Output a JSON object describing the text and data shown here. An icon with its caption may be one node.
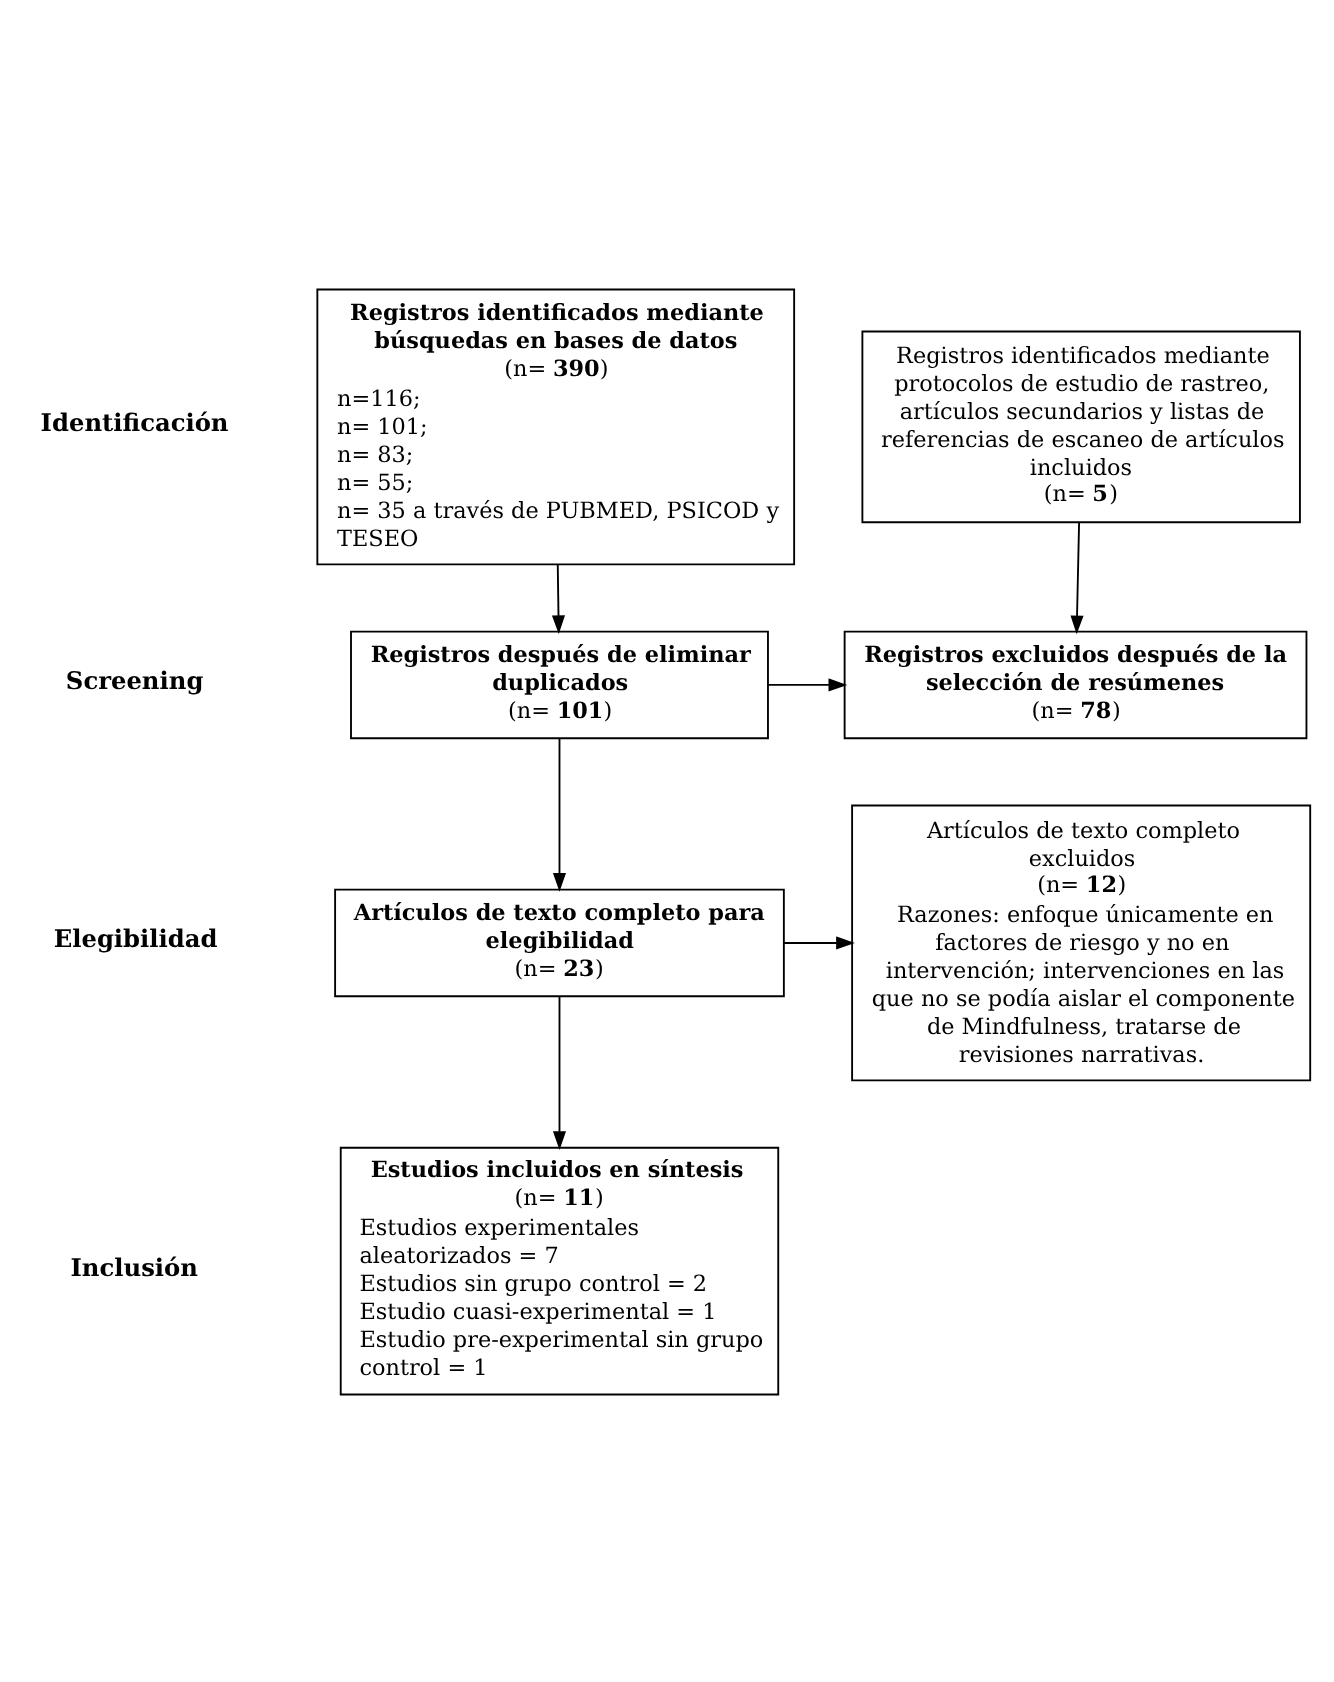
{
  "diagram": {
    "nodes": [
      {
        "text": [
          "Registros identificados mediante búsquedas en bases de datos",
          "(n= **390**)",
          "n=116;",
          "n= 101;",
          "n= 83;",
          "n= 55;",
          "n= 35 a través de PUBMED, PSICOD y TESEO"
        ]
      },
      {
        "text": [
          "Registros identificados mediante protocolos de estudio de rastreo, artículos secundarios y listas de referencias de escaneo de artículos incluidos",
          "(n= **5**)"
        ]
      },
      {
        "text": [
          "Registros después de eliminar duplicados",
          "(n= **101**)"
        ]
      },
      {
        "text": [
          "Registros excluidos después de la selección de resúmenes",
          "(n= **78**)"
        ]
      },
      {
        "text": [
          "Artículos de texto completo para elegibilidad",
          "(n= **23**)"
        ]
      },
      {
        "text": [
          "Artículos de texto completo excluidos",
          "(n= **12**)",
          "Razones: enfoque únicamente en factores de riesgo y no en intervención; intervenciones en las que no se podía aislar el componente de Mindfulness, tratarse de revisiones narrativas."
        ]
      },
      {
        "text": [
          "Estudios incluidos en síntesis",
          "(n= **11**)",
          "Estudios experimentales aleatorizados = 7",
          "Estudios sin grupo control = 2",
          "Estudio cuasi-experimental = 1",
          "Estudio pre-experimental sin grupo control = 1"
        ]
      }
    ],
    "edges": [
      {
        "from": 0,
        "to": 2,
        "arrow": "to"
      },
      {
        "from": 1,
        "to": 3,
        "arrow": "to"
      },
      {
        "from": 2,
        "to": 3,
        "arrow": "to"
      },
      {
        "from": 2,
        "to": 4,
        "arrow": "to"
      },
      {
        "from": 4,
        "to": 5,
        "arrow": "to"
      },
      {
        "from": 4,
        "to": 6,
        "arrow": "to"
      }
    ],
    "labels": [
      "Identificación",
      "Screening",
      "Elegibilidad",
      "Inclusión"
    ]
  }
}
